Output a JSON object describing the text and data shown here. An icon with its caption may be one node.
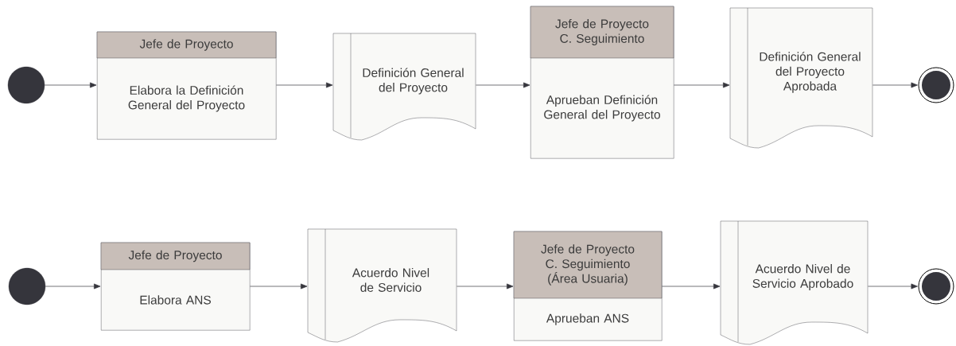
{
  "diagram": {
    "nodes": [
      {
        "text": [],
        "shape": "circle"
      },
      {
        "text": [
          "Jefe de Proyecto",
          "Elabora la Definición General del Proyecto"
        ]
      },
      {
        "text": [
          "Definición General del Proyecto"
        ]
      },
      {
        "text": [
          "Jefe de Proyecto C. Seguimiento",
          "Aprueban Definición General del Proyecto"
        ]
      },
      {
        "text": [
          "Definición General del Proyecto Aprobada"
        ]
      },
      {
        "text": [],
        "shape": "circle"
      },
      {
        "text": [],
        "shape": "circle"
      },
      {
        "text": [
          "Jefe de Proyecto",
          "Elabora ANS"
        ]
      },
      {
        "text": [
          "Acuerdo Nivel de Servicio"
        ]
      },
      {
        "text": [
          "Jefe de Proyecto C. Seguimiento (Área Usuaria)",
          "Aprueban ANS"
        ]
      },
      {
        "text": [
          "Acuerdo Nivel de Servicio Aprobado"
        ]
      },
      {
        "text": [],
        "shape": "circle"
      }
    ],
    "edges": [
      {
        "from": 0,
        "to": 1,
        "arrow": "to"
      },
      {
        "from": 1,
        "to": 2,
        "arrow": "to"
      },
      {
        "from": 2,
        "to": 3,
        "arrow": "to"
      },
      {
        "from": 3,
        "to": 4,
        "arrow": "to"
      },
      {
        "from": 4,
        "to": 5,
        "arrow": "to"
      },
      {
        "from": 6,
        "to": 7,
        "arrow": "to"
      },
      {
        "from": 7,
        "to": 8,
        "arrow": "to"
      },
      {
        "from": 8,
        "to": 9,
        "arrow": "to"
      },
      {
        "from": 9,
        "to": 10,
        "arrow": "to"
      },
      {
        "from": 10,
        "to": 11,
        "arrow": "to"
      }
    ]
  }
}
